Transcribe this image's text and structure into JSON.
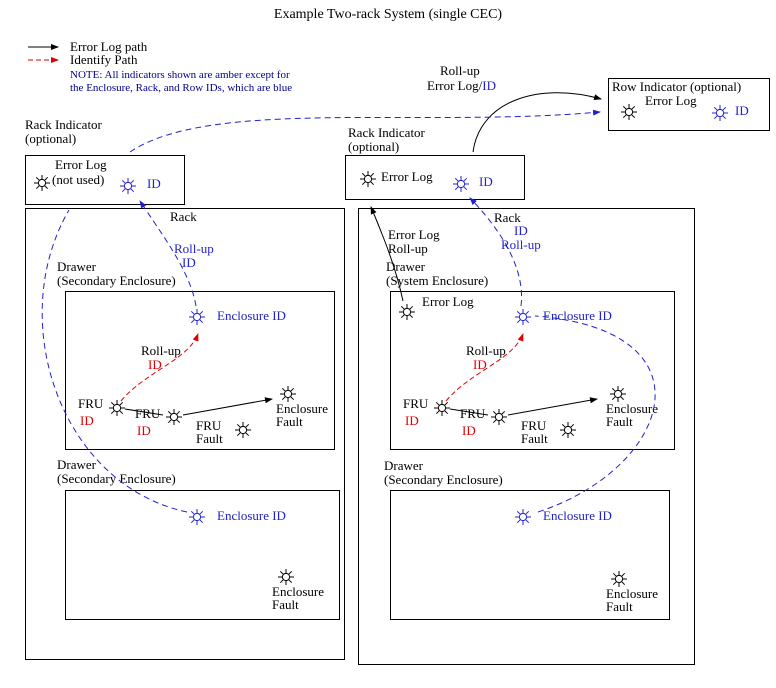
{
  "title": "Example Two-rack System (single CEC)",
  "colors": {
    "blue": "#2222cc",
    "red": "#dd0000",
    "black": "#000000"
  },
  "legend": {
    "error_log_path": "Error Log path",
    "identify_path": "Identify Path",
    "note_line1": "NOTE: All indicators shown are amber except for",
    "note_line2": "the Enclosure, Rack, and Row IDs, which are blue"
  },
  "rollup_top": {
    "line1": "Roll-up",
    "line2_black": "Error Log/",
    "line2_blue": "ID"
  },
  "row_indicator": {
    "title": "Row Indicator (optional)",
    "error_log": "Error Log",
    "id": "ID"
  },
  "rack_indicator_left": {
    "title1": "Rack Indicator",
    "title2": "(optional)",
    "error_log1": "Error Log",
    "error_log2": "(not used)",
    "id": "ID"
  },
  "rack_indicator_right": {
    "title1": "Rack Indicator",
    "title2": "(optional)",
    "error_log": "Error Log",
    "id": "ID"
  },
  "left_rack": {
    "label": "Rack",
    "rollup_id1": "Roll-up",
    "rollup_id2": "ID",
    "drawer1": {
      "label1": "Drawer",
      "label2": "(Secondary Enclosure)",
      "enclosure_id": "Enclosure ID",
      "rollup1": "Roll-up",
      "rollup2": "ID",
      "fru1_label": "FRU",
      "fru1_id": "ID",
      "fru2_label": "FRU",
      "fru2_id": "ID",
      "fru_fault1": "FRU",
      "fru_fault2": "Fault",
      "enclosure_fault1": "Enclosure",
      "enclosure_fault2": "Fault"
    },
    "drawer2": {
      "label1": "Drawer",
      "label2": "(Secondary Enclosure)",
      "enclosure_id": "Enclosure ID",
      "enclosure_fault1": "Enclosure",
      "enclosure_fault2": "Fault"
    }
  },
  "right_rack": {
    "label": "Rack",
    "error_log_rollup1": "Error Log",
    "error_log_rollup2": "Roll-up",
    "id_rollup1": "ID",
    "id_rollup2": "Roll-up",
    "drawer1": {
      "label1": "Drawer",
      "label2": "(System Enclosure)",
      "error_log": "Error Log",
      "enclosure_id": "Enclosure ID",
      "rollup1": "Roll-up",
      "rollup2": "ID",
      "fru1_label": "FRU",
      "fru1_id": "ID",
      "fru2_label": "FRU",
      "fru2_id": "ID",
      "fru_fault1": "FRU",
      "fru_fault2": "Fault",
      "enclosure_fault1": "Enclosure",
      "enclosure_fault2": "Fault"
    },
    "drawer2": {
      "label1": "Drawer",
      "label2": "(Secondary Enclosure)",
      "enclosure_id": "Enclosure ID",
      "enclosure_fault1": "Enclosure",
      "enclosure_fault2": "Fault"
    }
  }
}
